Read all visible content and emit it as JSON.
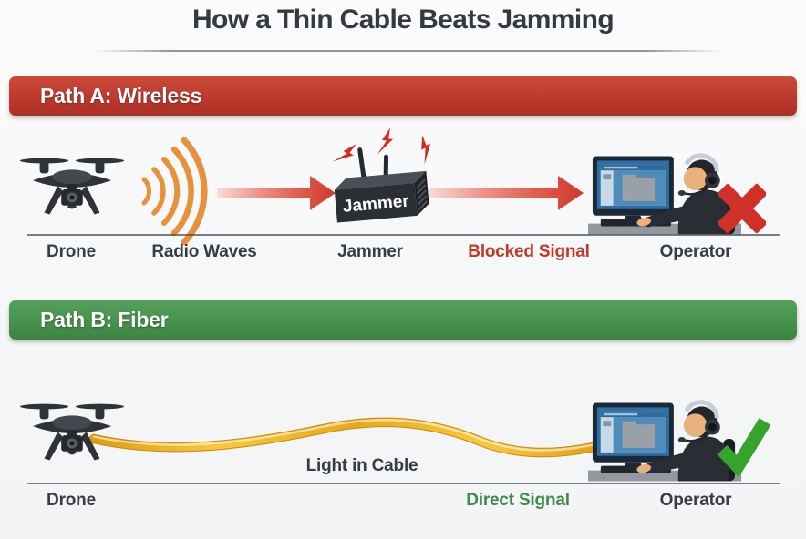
{
  "title": "How a Thin Cable Beats Jamming",
  "path_a": {
    "banner": "Path A: Wireless",
    "jammer_device_text": "Jammer",
    "labels": {
      "drone": "Drone",
      "radio_waves": "Radio Waves",
      "jammer": "Jammer",
      "blocked_signal": "Blocked Signal",
      "operator": "Operator"
    }
  },
  "path_b": {
    "banner": "Path B: Fiber",
    "labels": {
      "drone": "Drone",
      "light_in_cable": "Light in Cable",
      "direct_signal": "Direct Signal",
      "operator": "Operator"
    }
  },
  "icons": {
    "drone": "drone-icon",
    "radio_waves": "radio-waves-icon",
    "arrow": "arrow-right-icon",
    "jammer": "jammer-icon",
    "operator": "operator-icon",
    "blocked": "x-cross-icon",
    "allowed": "check-icon",
    "fiber_cable": "fiber-cable-icon"
  },
  "colors": {
    "background": "#f7f8f9",
    "title_text": "#343a42",
    "banner_red": "#bc3a2d",
    "banner_green": "#47924d",
    "banner_text": "#ffffff",
    "label_text": "#383d44",
    "blocked_signal_text": "#c0392b",
    "direct_signal_text": "#3e8a4b",
    "radio_wave_orange": "#e8913c",
    "arrow_red": "#d0392c",
    "cable_gold": "#f2b41f",
    "cross_red": "#cf3128",
    "check_green": "#34a42d"
  }
}
